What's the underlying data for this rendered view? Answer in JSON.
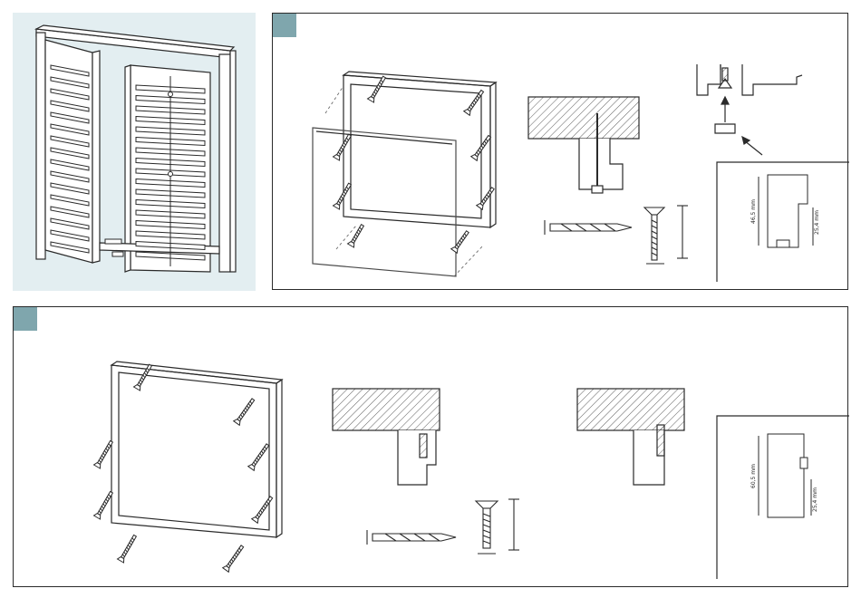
{
  "colors": {
    "accent": "#7fa6ad",
    "hero_background": "#e3eef1",
    "line": "#2a2a2a"
  },
  "hero": {
    "icon": "open-shutter-illustration"
  },
  "step1": {
    "icons": [
      "screw-icon",
      "drill-bit-icon",
      "wall-plug-icon",
      "frame-profile-icon"
    ],
    "detail": {
      "height_label": "46,5 mm",
      "depth_label": "25,4 mm"
    }
  },
  "step2": {
    "icons": [
      "screw-icon",
      "drill-bit-icon",
      "frame-profile-icon"
    ],
    "detail": {
      "height_label": "60,5 mm",
      "depth_label": "25,4 mm"
    }
  }
}
